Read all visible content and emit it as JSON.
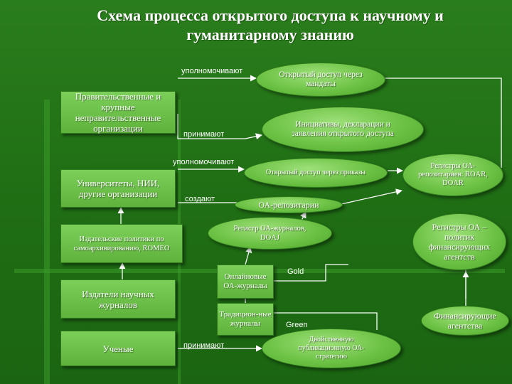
{
  "title": {
    "line1": "Схема процесса открытого доступа к научному и",
    "line2": "гуманитарному знанию"
  },
  "boxes": {
    "gov": "Правительственные и крупные неправительственные организации",
    "univ": "Университеты, НИИ, другие организации",
    "policies": "Издательские политики по самоархивированию, ROMEO",
    "publishers": "Издатели научных журналов",
    "scientists": "Ученые",
    "online_journals": "Онлайновые ОА-журналы",
    "traditional_journals": "Традицион-ные журналы"
  },
  "ellipses": {
    "mandates": "Открытый доступ через мандаты",
    "initiatives": "Инициативы, декларации и заявления открытого доступа",
    "orders": "Открытый доступ через приказы",
    "repositories": "ОА-репозитарии",
    "registries": "Регистры ОА-репозитариев: ROAR, DOAR",
    "journal_register": "Регистр ОА-журналов, DOAJ",
    "funder_registry": "Регистры ОА – политик финансирующих агентств",
    "funders": "Финансирующие агентства",
    "dual": "Двойственную публикационную ОА-стратегию"
  },
  "labels": {
    "empowers1": "уполномочивают",
    "accepts1": "принимают",
    "empowers2": "уполномочивают",
    "create": "создают",
    "gold": "Gold",
    "green": "Green",
    "accepts2": "принимают"
  },
  "colors": {
    "background": "#1f6d14",
    "box_fill": "#6cc244",
    "line": "#ffffff",
    "text": "#ffffff"
  }
}
